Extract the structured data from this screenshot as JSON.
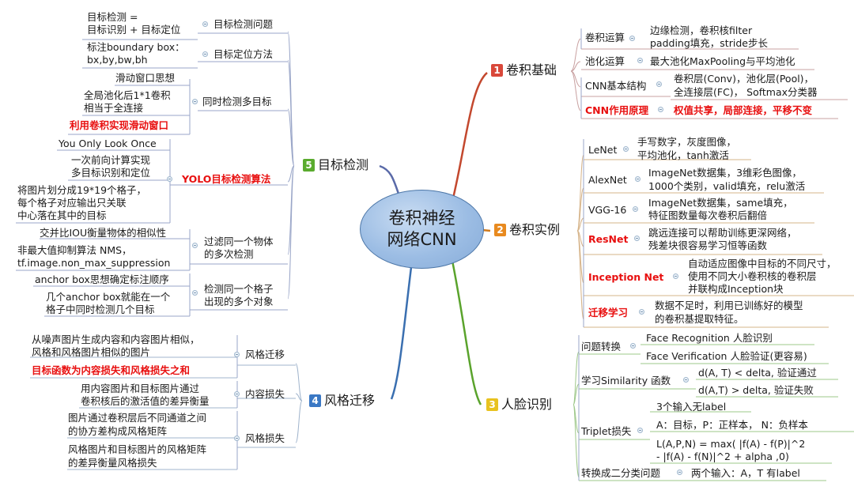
{
  "center": {
    "line1": "卷积神经",
    "line2": "网络CNN"
  },
  "colors": {
    "b1": "#d9483a",
    "b2": "#e88a1f",
    "b3": "#e8c21f",
    "b4": "#3a78c4",
    "b5": "#5aab2e"
  },
  "icons": {
    "collapse": "minus-circle-icon"
  },
  "b1": {
    "num": "1",
    "label": "卷积基础",
    "conv": "卷积运算",
    "conv_d1": "边缘检测，卷积核filter",
    "conv_d2": "padding填充，stride步长",
    "pool": "池化运算",
    "pool_d": "最大池化MaxPooling与平均池化",
    "struct": "CNN基本结构",
    "struct_d1": "卷积层(Conv)，池化层(Pool)，",
    "struct_d2": "全连接层(FC)， Softmax分类器",
    "role": "CNN作用原理",
    "role_d": "权值共享，局部连接，平移不变"
  },
  "b2": {
    "num": "2",
    "label": "卷积实例",
    "lenet": "LeNet",
    "lenet_d1": "手写数字，灰度图像，",
    "lenet_d2": "平均池化，tanh激活",
    "alex": "AlexNet",
    "alex_d1": "ImageNet数据集，3维彩色图像，",
    "alex_d2": "1000个类别，valid填充，relu激活",
    "vgg": "VGG-16",
    "vgg_d1": "ImageNet数据集，same填充，",
    "vgg_d2": "特征图数量每次卷积后翻倍",
    "res": "ResNet",
    "res_d1": "跳远连接可以帮助训练更深网络，",
    "res_d2": "残差块很容易学习恒等函数",
    "incep": "Inception Net",
    "incep_d1": "自动适应图像中目标的不同尺寸，",
    "incep_d2": "使用不同大小卷积核的卷积层",
    "incep_d3": "并联构成Inception块",
    "trans": "迁移学习",
    "trans_d1": "数据不足时，利用已训练好的模型",
    "trans_d2": "的卷积基提取特征。"
  },
  "b3": {
    "num": "3",
    "label": "人脸识别",
    "prob": "问题转换",
    "prob_d1": "Face  Recognition  人脸识别",
    "prob_d2": "Face Verification 人脸验证(更容易)",
    "sim": "学习Similarity 函数",
    "sim_d1": "d(A, T) < delta, 验证通过",
    "sim_d2": "d(A,T) > delta, 验证失败",
    "trip": "Triplet损失",
    "trip_d1": "3个输入无label",
    "trip_d2": "A：目标，P：正样本， N：负样本",
    "trip_d3": "L(A,P,N) = max( |f(A) - f(P)|^2",
    "trip_d4": "- |f(A) - f(N)|^2 + alpha ,0)",
    "bin": "转换成二分类问题",
    "bin_d": "两个输入：A，T 有label"
  },
  "b4": {
    "num": "4",
    "label": "风格迁移",
    "s1": "风格迁移",
    "s1_d1": "从噪声图片生成内容和内容图片相似，",
    "s1_d2": "风格和风格图片相似的图片",
    "s1_d3": "目标函数为内容损失和风格损失之和",
    "s2": "内容损失",
    "s2_d1": "用内容图片和目标图片通过",
    "s2_d2": "卷积核后的激活值的差异衡量",
    "s3": "风格损失",
    "s3_d1": "图片通过卷积层后不同通道之间",
    "s3_d2": "的协方差构成风格矩阵",
    "s3_d3": "风格图片和目标图片的风格矩阵",
    "s3_d4": "的差异衡量风格损失"
  },
  "b5": {
    "num": "5",
    "label": "目标检测",
    "p1": "目标检测问题",
    "p1_d1": "目标检测 =",
    "p1_d2": "目标识别 + 目标定位",
    "p2": "目标定位方法",
    "p2_d1": "标注boundary box：",
    "p2_d2": "bx,by,bw,bh",
    "p3": "同时检测多目标",
    "p3_d1": "滑动窗口思想",
    "p3_d2": "全局池化后1*1卷积",
    "p3_d3": "相当于全连接",
    "p3_d4": "利用卷积实现滑动窗口",
    "yolo": "YOLO目标检测算法",
    "yolo_d1": "You Only Look Once",
    "yolo_d2": "一次前向计算实现",
    "yolo_d3": "多目标识别和定位",
    "yolo_d4": "将图片划分成19*19个格子，",
    "yolo_d5": "每个格子对应输出只关联",
    "yolo_d6": "中心落在其中的目标",
    "nms": "过滤同一个物体",
    "nms2": "的多次检测",
    "nms_d1": "交并比IOU衡量物体的相似性",
    "nms_d2": "非最大值抑制算法 NMS，",
    "nms_d3": "tf.image.non_max_suppression",
    "anc": "检测同一个格子",
    "anc2": "出现的多个对象",
    "anc_d1": "anchor box思想确定标注顺序",
    "anc_d2": "几个anchor box就能在一个",
    "anc_d3": "格子中同时检测几个目标"
  }
}
